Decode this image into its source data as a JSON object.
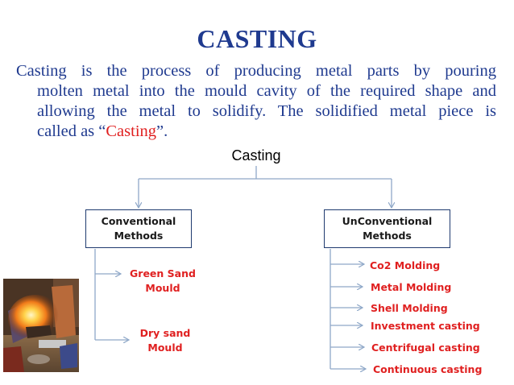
{
  "title": "CASTING",
  "paragraph": {
    "line1": "Casting is the process of producing metal parts by pouring",
    "line2": "molten metal into the mould cavity of the required shape and",
    "line3": "allowing the metal to solidify. The solidified metal piece is",
    "line4_prefix": "called as “",
    "line4_highlight": "Casting",
    "line4_suffix": "”."
  },
  "diagram": {
    "root": "Casting",
    "branches": [
      {
        "label": "Conventional\nMethods",
        "children": [
          "Green Sand\nMould",
          "Dry sand\nMould"
        ]
      },
      {
        "label": "UnConventional\nMethods",
        "children": [
          "Co2 Molding",
          "Metal Molding",
          "Shell Molding",
          "Investment casting",
          "Centrifugal casting",
          "Continuous casting"
        ]
      }
    ]
  },
  "colors": {
    "title": "#1f3a8f",
    "body_text": "#1f3a8f",
    "highlight": "#e02020",
    "connector": "#8fa8c8",
    "box_border": "#1f3a6f"
  },
  "icons": {
    "photo": "foundry-pouring-photo"
  }
}
